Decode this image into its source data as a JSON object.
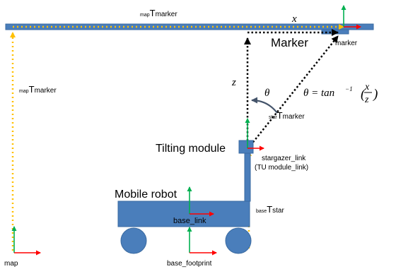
{
  "frames": {
    "map": "map",
    "marker": "marker",
    "stargazer_link": "stargazer_link",
    "tu_module_link": "(TU module_link)",
    "base_link": "base_link",
    "base_footprint": "base_footprint"
  },
  "parts": {
    "marker_title": "Marker",
    "tilting_module": "Tilting module",
    "mobile_robot": "Mobile robot"
  },
  "transforms": {
    "map_marker_top": {
      "sup": "map",
      "main": "T",
      "sub": "marker"
    },
    "map_marker_left": {
      "sup": "map",
      "main": "T",
      "sub": "marker"
    },
    "star_marker": {
      "sup": "star",
      "main": "T",
      "sub": "marker"
    },
    "base_star": {
      "sup": "base",
      "main": "T",
      "sub": "star"
    }
  },
  "symbols": {
    "x_dist": "x",
    "z_dist": "z",
    "theta": "θ"
  },
  "formula": {
    "lhs": "θ = tan",
    "exp": "−1",
    "paren_open": "(",
    "num": "x",
    "den": "z",
    "paren_close": ")"
  },
  "colors": {
    "bar_fill": "#4a7ebb",
    "bar_stroke": "#3a6aa0",
    "dotted_yellow": "#ffc000",
    "axis_green": "#00b050",
    "axis_red": "#ff0000",
    "angle_arrow": "#44546a"
  }
}
